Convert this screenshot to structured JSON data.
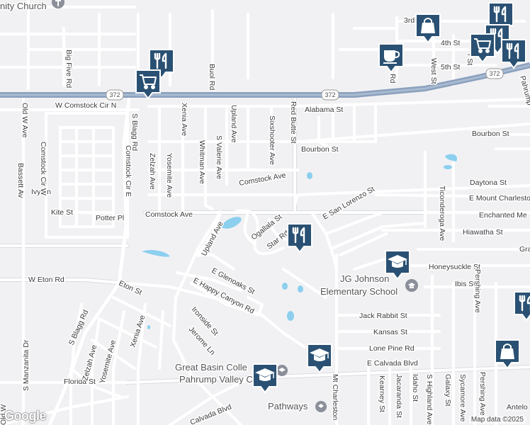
{
  "roads": {
    "highway_shield": "372",
    "labels": {
      "w_comstock_cir_n": "W Comstock Cir N",
      "alabama": "Alabama St",
      "bourbon": "Bourbon St",
      "bourbon2": "Bourbon St",
      "comstock_ave": "Comstock Ave",
      "comstock_ave2": "Comstock Ave",
      "daytona": "Daytona St",
      "e_mount_charleston": "E Mount Charleston",
      "enchanted": "Enchanted Me",
      "hiawatha": "Hiawatha St",
      "honeysuckle": "Honeysuckle St",
      "ibis": "Ibis St",
      "jack_rabbit": "Jack Rabbit St",
      "kansas": "Kansas St",
      "lone_pine": "Lone Pine Rd",
      "e_calvada": "E Calvada Blvd",
      "calvada": "Calvada Blvd",
      "w_eton": "W Eton Rd",
      "eton": "Eton St",
      "ivy": "Ivy Ln",
      "kite": "Kite St",
      "potter": "Potter Pl",
      "florida": "Florida St",
      "e_glenoaks": "E Glenoaks St",
      "e_happy_canyon": "E Happy Canyon Rd",
      "ironside": "Ironside St",
      "jerome": "Jerome Ln",
      "ogallala": "Ogallala St",
      "star": "Star Rd",
      "e_san_lorenzo": "E San Lorenzo St",
      "big_five": "Big Five Rd",
      "buol": "Buol Rd",
      "old_w": "Old W Ave",
      "comstock_cir_e": "Comstock Cir E",
      "comstock_cir_w": "Comstock Cir W",
      "s_blagg": "S Blagg Rd",
      "s_blagg2": "S Blagg Rd",
      "xenia": "Xenia Ave",
      "xenia2": "Xenia Ave",
      "zelzah": "Zelzah Ave",
      "zelzah2": "Zelzah Ave",
      "yosemite": "Yosemite Ave",
      "yosemite2": "Yosemite Ave",
      "whitman": "Whitman Ave",
      "s_valerie": "S Valerie Ave",
      "upland": "Upland Ave",
      "upland2": "Upland Ave",
      "sixshooter": "Sixshooter Ave",
      "red_butte": "Red Butte St",
      "ticonderoga": "Ticonderoga Ave",
      "pershing": "Pershing Ave",
      "pershing2": "Pershing Ave",
      "mt_charleston": "Mt Charleston",
      "kearney": "Kearney St",
      "jacaranda": "Jacaranda St",
      "idaho": "Idaho St",
      "s_highland": "S Highland Ave",
      "galaxy": "Galaxy St",
      "sycamore": "Sycamore Ave",
      "s_manzanita": "S Manzanita Dr",
      "old_w2": "Old W",
      "third": "3rd",
      "fourth": "4th St",
      "fifth": "5th St",
      "west": "West St",
      "pahrump": "Pahrump",
      "gra": "Gra",
      "antelo": "Antelo",
      "rd_frag": "Rd",
      "r_frag": "r St",
      "bassett_frag": "Bassett Av"
    }
  },
  "places": {
    "church": "nity Church",
    "school": "JG Johnson Elementary School",
    "school_line1": "JG Johnson",
    "school_line2": "Elementary School",
    "college_line1": "Great Basin Colle",
    "college_line2": "Pahrump Valley Ce",
    "pathways": "Pathways"
  },
  "pins": [
    {
      "name": "restaurant",
      "icon": "fork-knife-icon"
    },
    {
      "name": "shopping-cart",
      "icon": "cart-icon"
    },
    {
      "name": "shopping-bag",
      "icon": "bag-icon"
    },
    {
      "name": "restaurant",
      "icon": "fork-knife-icon"
    },
    {
      "name": "restaurant",
      "icon": "fork-knife-icon"
    },
    {
      "name": "shopping-cart",
      "icon": "cart-icon"
    },
    {
      "name": "restaurant",
      "icon": "fork-knife-icon"
    },
    {
      "name": "cafe",
      "icon": "coffee-cup-icon"
    },
    {
      "name": "restaurant",
      "icon": "fork-knife-icon"
    },
    {
      "name": "school",
      "icon": "graduation-cap-icon"
    },
    {
      "name": "school",
      "icon": "graduation-cap-icon"
    },
    {
      "name": "school",
      "icon": "graduation-cap-icon"
    },
    {
      "name": "restaurant",
      "icon": "fork-knife-icon"
    },
    {
      "name": "shopping-bag",
      "icon": "bag-icon"
    }
  ],
  "branding": {
    "logo": "Google",
    "attribution": "Map data ©2025"
  },
  "colors": {
    "background": "#f1f1f4",
    "road": "#ffffff",
    "road_outline": "#d4d6dc",
    "highway": "#8ba0bd",
    "water": "#8ccfee",
    "pin": "#2a5173"
  }
}
